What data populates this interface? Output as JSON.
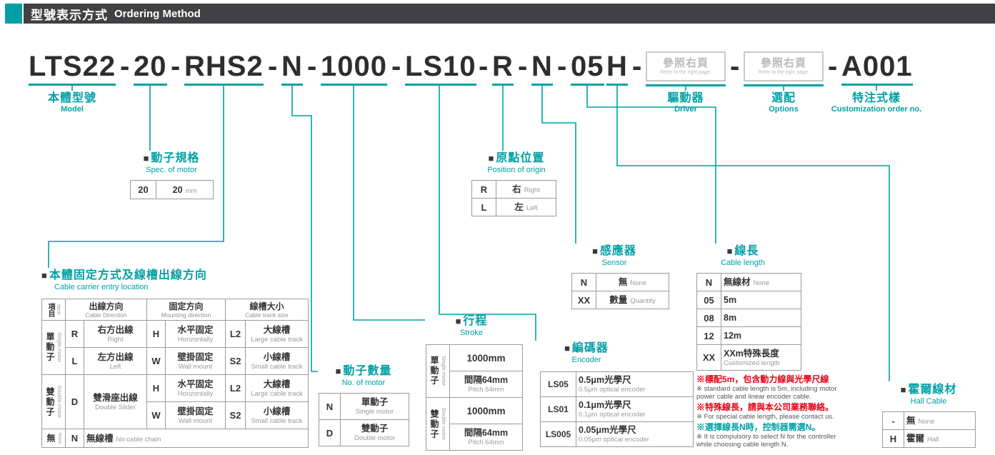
{
  "icons": {
    "section_bullet": "■"
  },
  "colors": {
    "teal": "#00A0A6",
    "red": "#E60012"
  },
  "header": {
    "zh": "型號表示方式",
    "en": "Ordering Method"
  },
  "model": {
    "hyphen": "-",
    "segments": {
      "model": "LTS22",
      "spec": "20",
      "carrier": "RHS2",
      "motor_count": "N",
      "stroke": "1000",
      "encoder": "LS10",
      "origin": "R",
      "sensor": "N",
      "cable": "05",
      "hall": "H",
      "custom": "A001"
    },
    "ref_box": {
      "zh": "參照右頁",
      "en": "Refer to the right page."
    }
  },
  "top_labels": {
    "model": {
      "zh": "本體型號",
      "en": "Model"
    },
    "driver": {
      "zh": "驅動器",
      "en": "Driver"
    },
    "options": {
      "zh": "選配",
      "en": "Options"
    },
    "custom": {
      "zh": "特注式樣",
      "en": "Customization order no."
    }
  },
  "spec_motor": {
    "title_zh": "動子規格",
    "title_en": "Spec. of motor",
    "rows": [
      {
        "code": "20",
        "value": "20",
        "unit": "mm"
      }
    ]
  },
  "carrier": {
    "title_zh": "本體固定方式及線槽出線方向",
    "title_en": "Cable carrier entry location",
    "headers": {
      "item_zh": "項目",
      "item_en": "Item",
      "dir_zh": "出線方向",
      "dir_en": "Cable Direction",
      "mount_zh": "固定方向",
      "mount_en": "Mounting direction",
      "size_zh": "線槽大小",
      "size_en": "Cable track size"
    },
    "single": {
      "zh": "單動子",
      "en": "Single motor",
      "rows": [
        {
          "code": "R",
          "zh": "右方出線",
          "en": "Right",
          "mcode": "H",
          "mzh": "水平固定",
          "men": "Horizontally",
          "scode": "L2",
          "szh": "大線槽",
          "sen": "Large cable track"
        },
        {
          "code": "L",
          "zh": "左方出線",
          "en": "Left",
          "mcode": "W",
          "mzh": "壁掛固定",
          "men": "Wall mount",
          "scode": "S2",
          "szh": "小線槽",
          "sen": "Small cable track"
        }
      ]
    },
    "double": {
      "zh": "雙動子",
      "en": "Double motor",
      "code": "D",
      "dzh": "雙滑座出線",
      "den": "Double Slider",
      "rows": [
        {
          "mcode": "H",
          "mzh": "水平固定",
          "men": "Horizontally",
          "scode": "L2",
          "szh": "大線槽",
          "sen": "Large cable track"
        },
        {
          "mcode": "W",
          "mzh": "壁掛固定",
          "men": "Wall mount",
          "scode": "S2",
          "szh": "小線槽",
          "sen": "Small cable track"
        }
      ]
    },
    "none": {
      "zh": "無",
      "en": "None",
      "code": "N",
      "dzh": "無線槽",
      "den": "No cable chain"
    }
  },
  "motor_count": {
    "title_zh": "動子數量",
    "title_en": "No. of motor",
    "rows": [
      {
        "code": "N",
        "zh": "單動子",
        "en": "Single motor"
      },
      {
        "code": "D",
        "zh": "雙動子",
        "en": "Double motor"
      }
    ]
  },
  "stroke": {
    "title_zh": "行程",
    "title_en": "Stroke",
    "groups": [
      {
        "zh": "單動子",
        "en": "Single motor",
        "row1": "1000mm",
        "row2_zh": "間隔64mm",
        "row2_en": "Pitch 64mm"
      },
      {
        "zh": "雙動子",
        "en": "Double motor",
        "row1": "1000mm",
        "row2_zh": "間隔64mm",
        "row2_en": "Pitch 64mm"
      }
    ]
  },
  "origin": {
    "title_zh": "原點位置",
    "title_en": "Position of origin",
    "rows": [
      {
        "code": "R",
        "zh": "右",
        "en": "Right"
      },
      {
        "code": "L",
        "zh": "左",
        "en": "Left"
      }
    ]
  },
  "encoder": {
    "title_zh": "編碼器",
    "title_en": "Encoder",
    "rows": [
      {
        "code": "LS05",
        "zh": "0.5μm光學尺",
        "en": "0.5μm optical encoder"
      },
      {
        "code": "LS01",
        "zh": "0.1μm光學尺",
        "en": "0.1μm optical encoder"
      },
      {
        "code": "LS005",
        "zh": "0.05μm光學尺",
        "en": "0.05μm optical encoder"
      }
    ]
  },
  "sensor": {
    "title_zh": "感應器",
    "title_en": "Sensor",
    "rows": [
      {
        "code": "N",
        "zh": "無",
        "en": "None"
      },
      {
        "code": "XX",
        "zh": "數量",
        "en": "Quantity"
      }
    ]
  },
  "cable": {
    "title_zh": "線長",
    "title_en": "Cable length",
    "rows": [
      {
        "code": "N",
        "zh": "無線材",
        "en": "None"
      },
      {
        "code": "05",
        "zh": "5m",
        "en": ""
      },
      {
        "code": "08",
        "zh": "8m",
        "en": ""
      },
      {
        "code": "12",
        "zh": "12m",
        "en": ""
      },
      {
        "code": "XX",
        "zh": "XXm特殊長度",
        "en": "Customized length"
      }
    ],
    "notes": [
      {
        "text": "※標配5m，包含動力線與光學尺線",
        "type": "red"
      },
      {
        "text": "※ standard cable length is 5m, including motor power cable and linear encoder cable.",
        "type": "dark"
      },
      {
        "text": "※特殊線長，請與本公司業務聯絡。",
        "type": "red"
      },
      {
        "text": "※ For special cable length, please contact us.",
        "type": "dark"
      },
      {
        "text": "※選擇線長N時，控制器需選N。",
        "type": "teal"
      },
      {
        "text": "※ It is compulsory to select N for the controller while choosing cable length N.",
        "type": "dark"
      }
    ]
  },
  "hall": {
    "title_zh": "霍爾線材",
    "title_en": "Hall Cable",
    "rows": [
      {
        "code": "-",
        "zh": "無",
        "en": "None"
      },
      {
        "code": "H",
        "zh": "霍爾",
        "en": "Hall"
      }
    ]
  }
}
